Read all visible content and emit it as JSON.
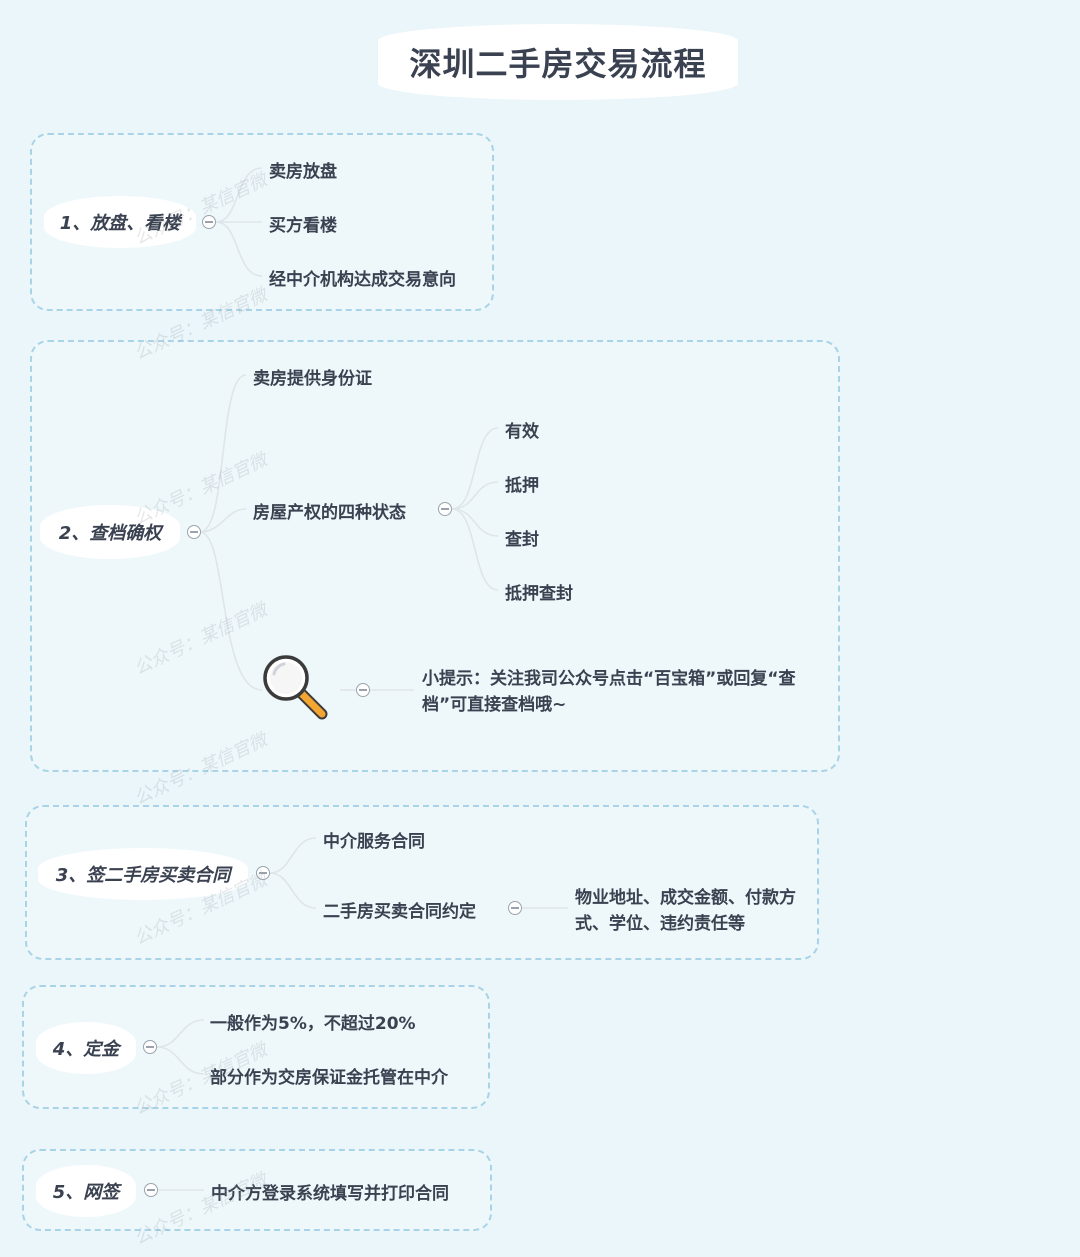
{
  "title": "深圳二手房交易流程",
  "watermark": "公众号：某信官微",
  "sections": [
    {
      "root": "1、放盘、看楼",
      "items": [
        "卖房放盘",
        "买方看楼",
        "经中介机构达成交易意向"
      ]
    },
    {
      "root": "2、查档确权",
      "items": [
        "卖房提供身份证",
        "房屋产权的四种状态"
      ],
      "sub_items": [
        "有效",
        "抵押",
        "查封",
        "抵押查封"
      ],
      "tip_icon": "magnifier-icon",
      "tip": "小提示：关注我司公众号点击“百宝箱”或回复“查档”可直接查档哦~"
    },
    {
      "root": "3、签二手房买卖合同",
      "items": [
        "中介服务合同",
        "二手房买卖合同约定"
      ],
      "sub_item": "物业地址、成交金额、付款方式、学位、违约责任等"
    },
    {
      "root": "4、定金",
      "items": [
        "一般作为5%，不超过20%",
        "部分作为交房保证金托管在中介"
      ]
    },
    {
      "root": "5、网签",
      "items": [
        "中介方登录系统填写并打印合同"
      ]
    }
  ]
}
